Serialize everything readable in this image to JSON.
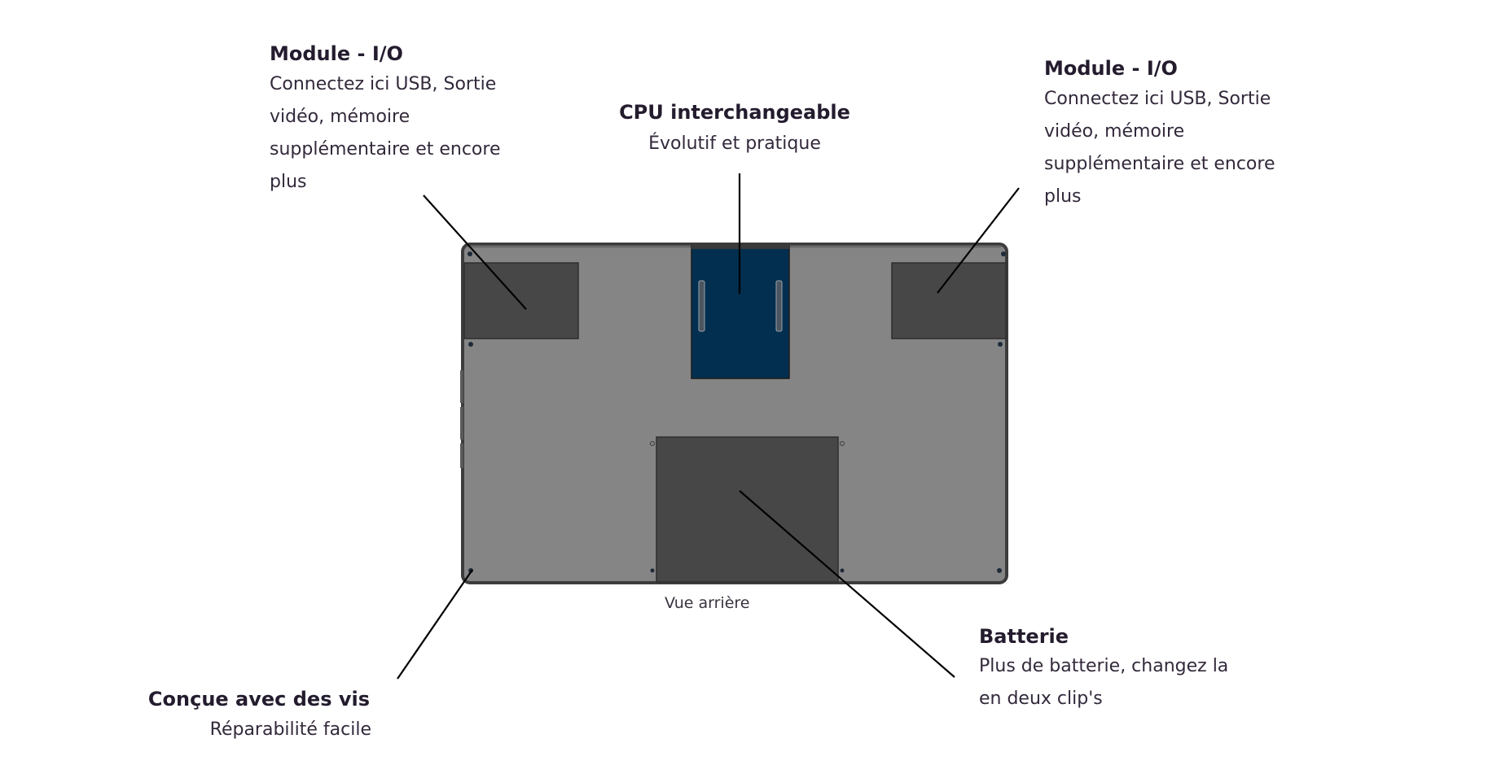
{
  "labels": {
    "io_left": {
      "title": "Module - I/O",
      "text": "Connectez ici USB, Sortie vidéo, mémoire supplémentaire et encore plus"
    },
    "io_right": {
      "title": "Module - I/O",
      "text": "Connectez ici USB, Sortie vidéo, mémoire supplémentaire et encore plus"
    },
    "cpu": {
      "title": "CPU interchangeable",
      "text": "Évolutif et pratique"
    },
    "battery": {
      "title": "Batterie",
      "text": "Plus de batterie, changez la en deux clip's"
    },
    "screws": {
      "title": "Conçue avec des vis",
      "text": "Réparabilité facile"
    }
  },
  "caption": "Vue arrière",
  "colors": {
    "body": "#858585",
    "body_border": "#3c3c3c",
    "module": "#474747",
    "cpu": "#022f4f",
    "leader": "#000000"
  }
}
